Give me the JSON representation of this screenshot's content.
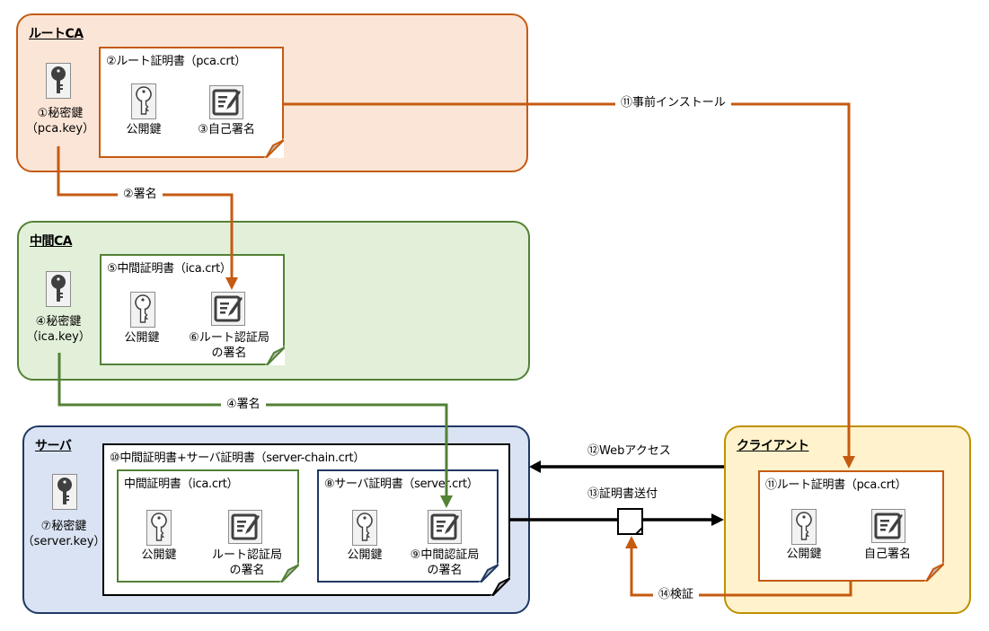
{
  "colors": {
    "root_ca_fill": "#FBE5D6",
    "root_ca_border": "#C55A11",
    "intermediate_ca_fill": "#E2F0D9",
    "intermediate_ca_border": "#538135",
    "server_fill": "#DAE3F3",
    "server_border": "#1F3864",
    "client_fill": "#FFF2CC",
    "client_border": "#BF9000",
    "black": "#000000"
  },
  "root_ca": {
    "title": "ルートCA",
    "private_key_label_1": "①秘密鍵",
    "private_key_label_2": "（pca.key）",
    "cert": {
      "title": "②ルート証明書（pca.crt）",
      "public_key_label": "公開鍵",
      "signature_label": "③自己署名"
    }
  },
  "intermediate_ca": {
    "title": "中間CA",
    "private_key_label_1": "④秘密鍵",
    "private_key_label_2": "（ica.key）",
    "cert": {
      "title": "⑤中間証明書（ica.crt）",
      "public_key_label": "公開鍵",
      "signature_label_1": "⑥ルート認証局",
      "signature_label_2": "の署名"
    }
  },
  "server": {
    "title": "サーバ",
    "private_key_label_1": "⑦秘密鍵",
    "private_key_label_2": "（server.key）",
    "chain": {
      "title": "⑩中間証明書+サーバ証明書（server-chain.crt）",
      "ica_cert": {
        "title": "中間証明書（ica.crt）",
        "public_key_label": "公開鍵",
        "signature_label_1": "ルート認証局",
        "signature_label_2": "の署名"
      },
      "server_cert": {
        "title": "⑧サーバ証明書（server.crt）",
        "public_key_label": "公開鍵",
        "signature_label_1": "⑨中間認証局",
        "signature_label_2": "の署名"
      }
    }
  },
  "client": {
    "title": "クライアント",
    "cert": {
      "title": "⑪ルート証明書（pca.crt）",
      "public_key_label": "公開鍵",
      "signature_label": "自己署名"
    }
  },
  "connectors": {
    "preinstall": "⑪事前インストール",
    "sign_root": "②署名",
    "sign_intermediate": "④署名",
    "web_access": "⑫Webアクセス",
    "send_cert": "⑬証明書送付",
    "verify": "⑭検証"
  }
}
